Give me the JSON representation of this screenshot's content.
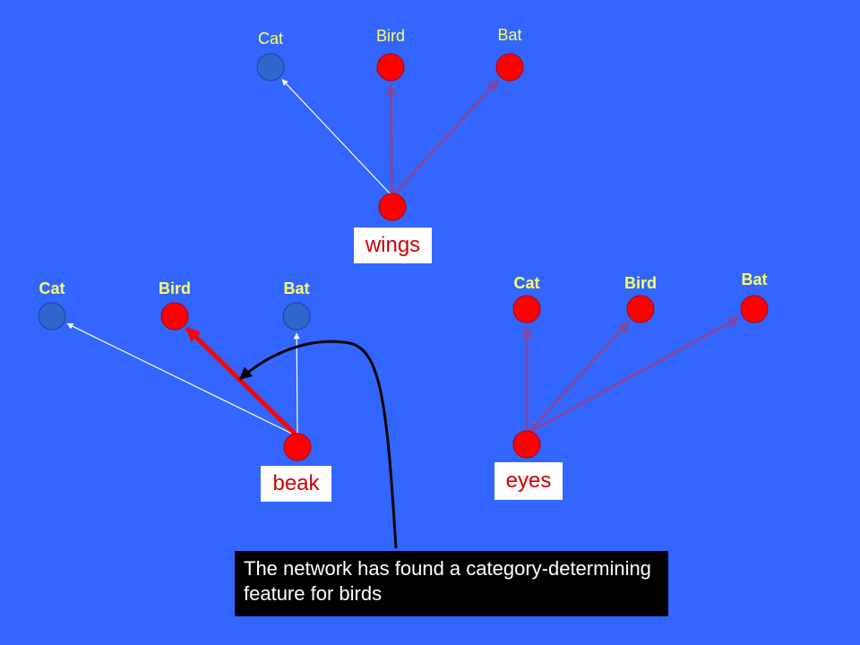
{
  "colors": {
    "background": "#3366ff",
    "active_node": "#ff0000",
    "inactive_node": "#3366cc",
    "node_label": "#ffff66",
    "weak_connection": "#ffffff",
    "medium_connection": "#7a4aa8",
    "strong_connection": "#ff0000",
    "callout_background": "#000000",
    "callout_text": "#ffffff",
    "feature_label_text": "#cc0000"
  },
  "networks": [
    {
      "feature": "wings",
      "categories": [
        {
          "label": "Cat",
          "active": false,
          "connection": "weak"
        },
        {
          "label": "Bird",
          "active": true,
          "connection": "medium"
        },
        {
          "label": "Bat",
          "active": true,
          "connection": "medium"
        }
      ]
    },
    {
      "feature": "beak",
      "categories": [
        {
          "label": "Cat",
          "active": false,
          "connection": "weak"
        },
        {
          "label": "Bird",
          "active": true,
          "connection": "strong"
        },
        {
          "label": "Bat",
          "active": false,
          "connection": "weak"
        }
      ]
    },
    {
      "feature": "eyes",
      "categories": [
        {
          "label": "Cat",
          "active": true,
          "connection": "medium"
        },
        {
          "label": "Bird",
          "active": true,
          "connection": "medium"
        },
        {
          "label": "Bat",
          "active": true,
          "connection": "medium"
        }
      ]
    }
  ],
  "callout": {
    "text": "The network has found a category-determining feature for birds",
    "points_to": "beak-to-bird connection"
  }
}
